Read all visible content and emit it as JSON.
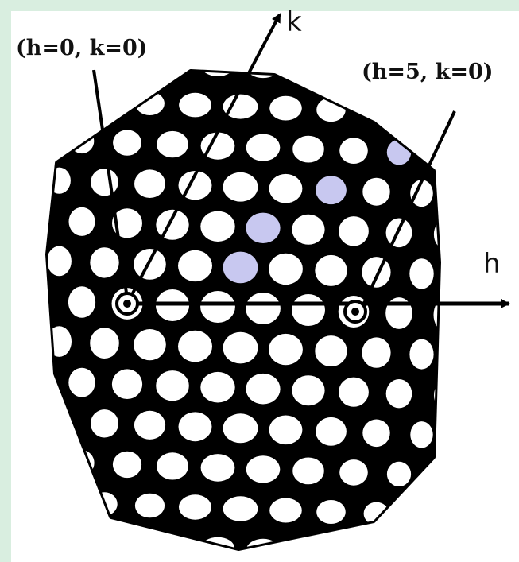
{
  "labels": {
    "origin_point": "(h=0, k=0)",
    "target_point": "(h=5, k=0)",
    "h_axis": "h",
    "k_axis": "k"
  },
  "colors": {
    "frame_background": "#d9eee0",
    "panel_background": "#ffffff",
    "lattice_outline": "#000000",
    "capsomer_fill": "#ffffff",
    "capsomer_tint": "#c8c8f0"
  }
}
